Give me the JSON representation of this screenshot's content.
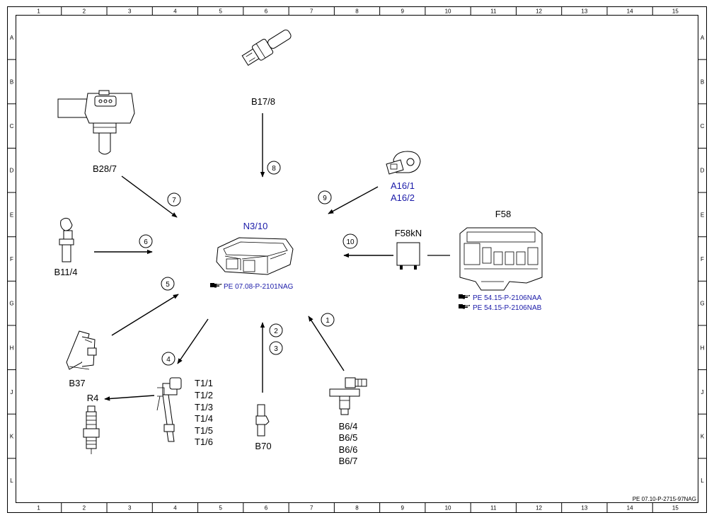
{
  "grid": {
    "columns": [
      "1",
      "2",
      "3",
      "4",
      "5",
      "6",
      "7",
      "8",
      "9",
      "10",
      "11",
      "12",
      "13",
      "14",
      "15"
    ],
    "rows": [
      "A",
      "B",
      "C",
      "D",
      "E",
      "F",
      "G",
      "H",
      "J",
      "K",
      "L"
    ]
  },
  "components": {
    "n310": {
      "label": "N3/10",
      "ref": "PE 07.08-P-2101NAG"
    },
    "b178": {
      "label": "B17/8"
    },
    "b287": {
      "label": "B28/7"
    },
    "a161": {
      "label": "A16/1"
    },
    "a162": {
      "label": "A16/2"
    },
    "b114": {
      "label": "B11/4"
    },
    "f58": {
      "label": "F58",
      "refs": [
        "PE 54.15-P-2106NAA",
        "PE 54.15-P-2106NAB"
      ]
    },
    "f58kn": {
      "label": "F58kN"
    },
    "b37": {
      "label": "B37"
    },
    "r4": {
      "label": "R4"
    },
    "t1": {
      "labels": [
        "T1/1",
        "T1/2",
        "T1/3",
        "T1/4",
        "T1/5",
        "T1/6"
      ]
    },
    "b70": {
      "label": "B70"
    },
    "b6": {
      "labels": [
        "B6/4",
        "B6/5",
        "B6/6",
        "B6/7"
      ]
    }
  },
  "callouts": [
    "1",
    "2",
    "3",
    "4",
    "5",
    "6",
    "7",
    "8",
    "9",
    "10"
  ],
  "footer": {
    "ref": "PE 07.10-P-2715-97NAG"
  },
  "icons": {
    "reference": "pointing-hand-icon"
  }
}
